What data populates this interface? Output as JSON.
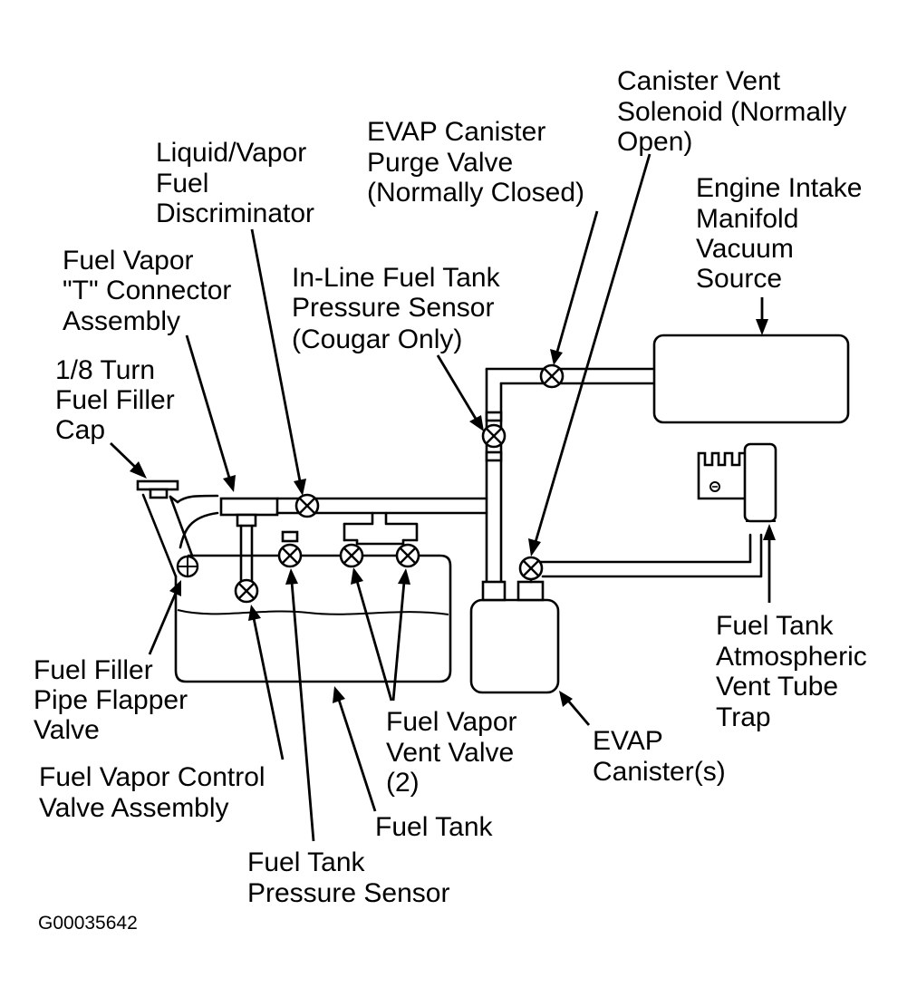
{
  "labels": {
    "canister_vent_solenoid": [
      "Canister Vent",
      "Solenoid (Normally",
      "Open)"
    ],
    "purge_valve": [
      "EVAP Canister",
      "Purge Valve",
      "(Normally Closed)"
    ],
    "discriminator": [
      "Liquid/Vapor",
      "Fuel",
      "Discriminator"
    ],
    "engine_intake": [
      "Engine Intake",
      "Manifold",
      "Vacuum",
      "Source"
    ],
    "t_connector": [
      "Fuel Vapor",
      "\"T\" Connector",
      "Assembly"
    ],
    "inline_sensor": [
      "In-Line Fuel Tank",
      "Pressure Sensor",
      "(Cougar Only)"
    ],
    "filler_cap": [
      "1/8 Turn",
      "Fuel Filler",
      "Cap"
    ],
    "vent_tube_trap": [
      "Fuel Tank",
      "Atmospheric",
      "Vent Tube",
      "Trap"
    ],
    "flapper_valve": [
      "Fuel Filler",
      "Pipe Flapper",
      "Valve"
    ],
    "vent_valve": [
      "Fuel Vapor",
      "Vent Valve",
      "(2)"
    ],
    "evap_canister": [
      "EVAP",
      "Canister(s)"
    ],
    "control_valve": [
      "Fuel Vapor Control",
      "Valve Assembly"
    ],
    "fuel_tank": [
      "Fuel Tank"
    ],
    "tank_pressure_sensor": [
      "Fuel Tank",
      "Pressure Sensor"
    ]
  },
  "figure_code": "G00035642"
}
